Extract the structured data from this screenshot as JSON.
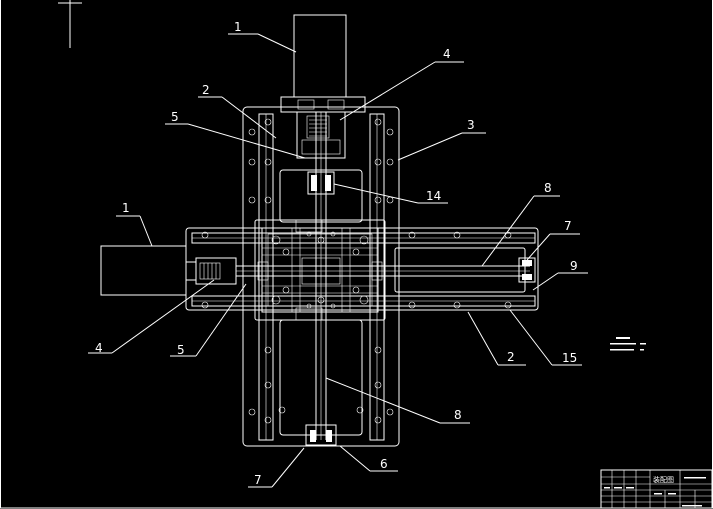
{
  "callouts": [
    {
      "id": "c1-top",
      "text": "1"
    },
    {
      "id": "c2-top",
      "text": "2"
    },
    {
      "id": "c5-top",
      "text": "5"
    },
    {
      "id": "c4-top",
      "text": "4"
    },
    {
      "id": "c3",
      "text": "3"
    },
    {
      "id": "c14",
      "text": "14"
    },
    {
      "id": "c1-left",
      "text": "1"
    },
    {
      "id": "c8-right",
      "text": "8"
    },
    {
      "id": "c7-right",
      "text": "7"
    },
    {
      "id": "c9",
      "text": "9"
    },
    {
      "id": "c4-left",
      "text": "4"
    },
    {
      "id": "c5-left",
      "text": "5"
    },
    {
      "id": "c2-right",
      "text": "2"
    },
    {
      "id": "c15",
      "text": "15"
    },
    {
      "id": "c8-bottom",
      "text": "8"
    },
    {
      "id": "c7-bottom",
      "text": "7"
    },
    {
      "id": "c6",
      "text": "6"
    }
  ],
  "title_block": {
    "drawing_name": "装配图"
  },
  "colors": {
    "background": "#000000",
    "lines": "#ffffff"
  }
}
